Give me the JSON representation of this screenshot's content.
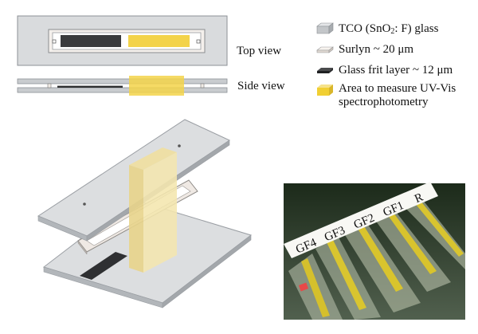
{
  "views": {
    "top_view_label": "Top view",
    "side_view_label": "Side view"
  },
  "legend": {
    "items": [
      {
        "id": "tco",
        "text_before": "TCO (SnO",
        "subscript": "2",
        "text_after": ": F) glass",
        "color": "#b9bcc0"
      },
      {
        "id": "surlyn",
        "text": "Surlyn ~ 20 μm",
        "color": "#efe9e4"
      },
      {
        "id": "frit",
        "text": "Glass frit layer ~ 12 μm",
        "color": "#333538"
      },
      {
        "id": "uvvis",
        "line1": "Area to measure UV-Vis",
        "line2": "spectrophotometry",
        "color": "#f1cf33"
      }
    ]
  },
  "photo": {
    "labels": [
      "GF4",
      "GF3",
      "GF2",
      "GF1",
      "R"
    ]
  },
  "colors": {
    "glass": "#d6d8da",
    "glass_edge": "#9a9ea3",
    "frit": "#3a3b3d",
    "yellow": "#f3d34a",
    "surlyn": "#eae4df"
  }
}
